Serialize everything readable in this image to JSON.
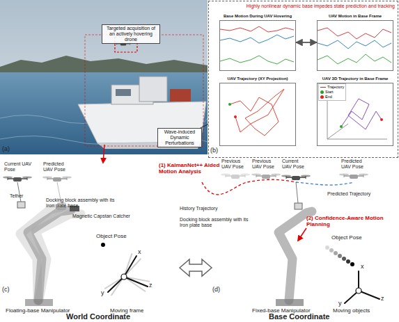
{
  "diagram": {
    "nodes": [
      {
        "text": [
          "Targeted acquisition of an actively hovering drone"
        ]
      },
      {
        "text": [
          "Wave-induced Dynamic Perturbations"
        ]
      },
      {
        "text": [
          "Highly nonlinear dynamic base impedes state prediction and tracking"
        ]
      },
      {
        "text": [
          "Base Motion During UAV Hovering"
        ],
        "in": 2
      },
      {
        "text": [
          "UAV Motion in Base Frame"
        ],
        "in": 2
      },
      {
        "text": [
          "UAV Trajectory (XY Projection)"
        ],
        "in": 2
      },
      {
        "text": [
          "UAV 3D Trajectory in Base Frame"
        ],
        "in": 2
      }
    ],
    "edges": [
      {
        "from": 1,
        "to": 2,
        "arrow": "none"
      },
      {
        "from": 3,
        "to": 4,
        "arrow": "both"
      }
    ],
    "labels": [
      "(a)",
      "(b)",
      "Current UAV Pose",
      "Predicted UAV Pose",
      "Tether",
      "Docking block assembly with its Iron plate base",
      "Magnetic Capstan Catcher",
      "Object Pose",
      "x",
      "y",
      "z",
      "Floating-base Manipulator",
      "Moving frame",
      "(c)",
      "World Coordinate",
      "Previous UAV Pose",
      "Previous UAV Pose",
      "Current UAV Pose",
      "Predicted UAV Pose",
      "(1) KalmanNet++ Aided Motion Analysis",
      "History Trajectory",
      "Predicted Trajectory",
      "Docking block assembly with its Iron plate base",
      "(2) Confidence-Aware Motion Planning",
      "Object Pose",
      "x",
      "y",
      "z",
      "Fixed-base Manipulator",
      "Moving objects",
      "(d)",
      "Base Coordinate"
    ],
    "legend": [
      {
        "text": "Trajectory"
      },
      {
        "text": "Start",
        "color": "#2ca02c"
      },
      {
        "text": "End",
        "color": "#d62728"
      }
    ]
  }
}
